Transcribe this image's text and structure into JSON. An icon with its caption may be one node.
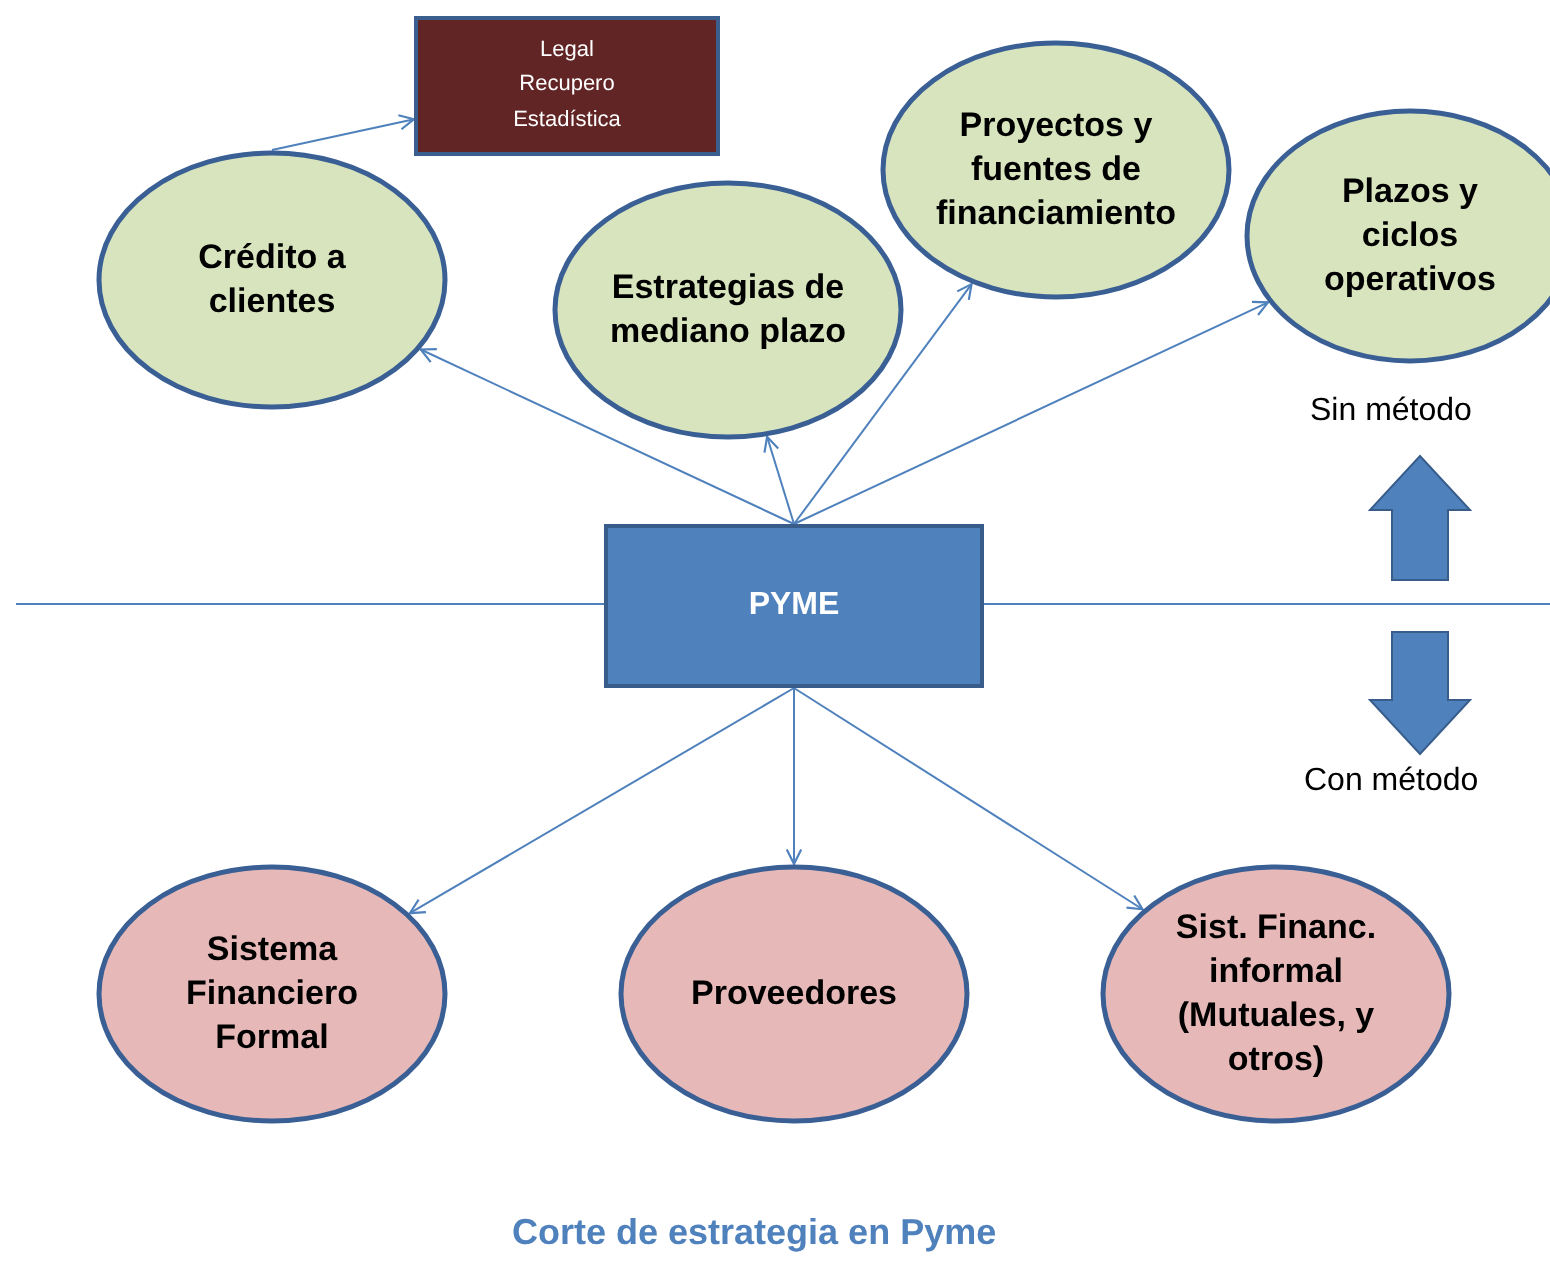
{
  "diagram": {
    "caption": "Corte de estrategia en Pyme",
    "nodes": [
      {
        "text": [
          "Legal",
          "Recupero",
          "Estadística"
        ]
      },
      {
        "text": [
          "Crédito a clientes"
        ]
      },
      {
        "text": [
          "Estrategias de mediano plazo"
        ]
      },
      {
        "text": [
          "Proyectos y fuentes de financiamiento"
        ]
      },
      {
        "text": [
          "Plazos y ciclos operativos"
        ]
      },
      {
        "text": [
          "PYME"
        ]
      },
      {
        "text": [
          "Sistema Financiero Formal"
        ]
      },
      {
        "text": [
          "Proveedores"
        ]
      },
      {
        "text": [
          "Sist. Financ. informal (Mutuales, y otros)"
        ]
      }
    ],
    "edges": [
      {
        "from": 1,
        "to": 0,
        "arrow": "to"
      },
      {
        "from": 5,
        "to": 1,
        "arrow": "to"
      },
      {
        "from": 5,
        "to": 2,
        "arrow": "to"
      },
      {
        "from": 5,
        "to": 3,
        "arrow": "to"
      },
      {
        "from": 5,
        "to": 4,
        "arrow": "to"
      },
      {
        "from": 5,
        "to": 6,
        "arrow": "to"
      },
      {
        "from": 5,
        "to": 7,
        "arrow": "to"
      },
      {
        "from": 5,
        "to": 8,
        "arrow": "to"
      }
    ],
    "labels": [
      "Sin método",
      "Con método"
    ]
  }
}
